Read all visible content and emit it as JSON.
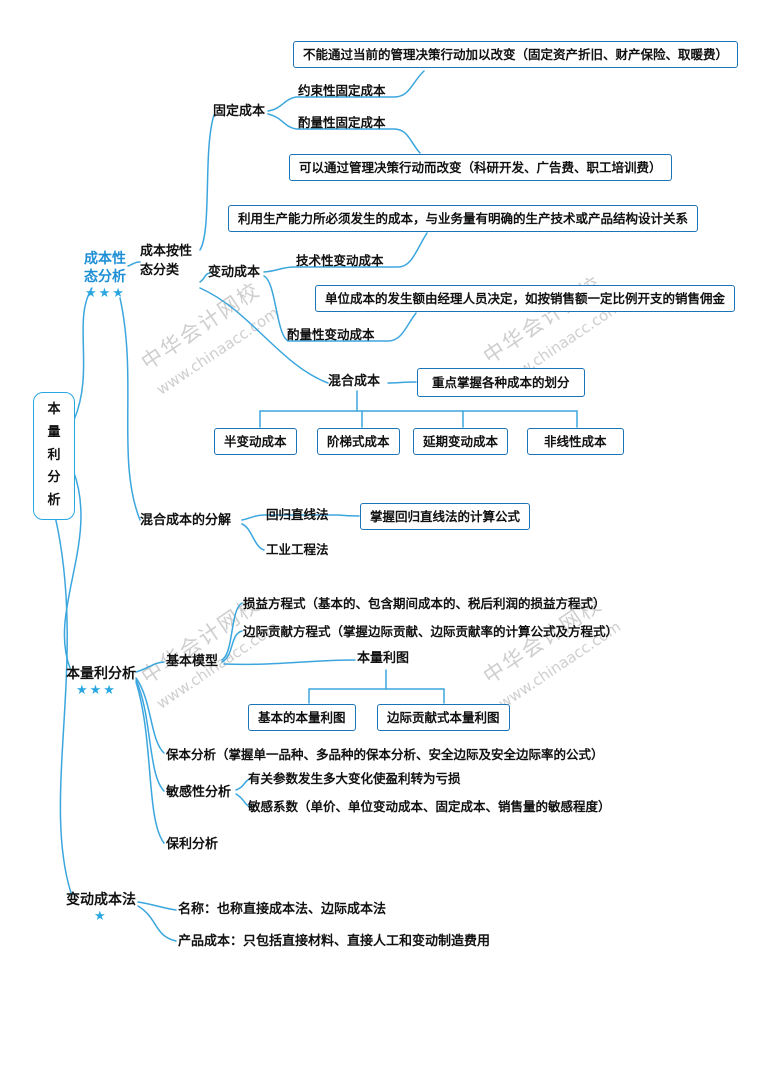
{
  "colors": {
    "line": "#3BA6DE",
    "box_border": "#1C74B8",
    "branch_blue": "#1E8FD5",
    "star": "#2AA7E0",
    "watermark": "#C3C3C3"
  },
  "watermark": {
    "line1": "中华会计网校",
    "line2": "www.chinaacc.com"
  },
  "root": {
    "label": "本量利分析"
  },
  "branches": {
    "b1": {
      "label": "成本性态分析",
      "stars": "★★★"
    },
    "b2": {
      "label": "本量利分析",
      "stars": "★★★"
    },
    "b3": {
      "label": "变动成本法",
      "stars": "★"
    }
  },
  "nodes": {
    "cost_classify": "成本按性态分类",
    "fixed_cost": "固定成本",
    "committed_fixed": "约束性固定成本",
    "discretionary_fixed": "酌量性固定成本",
    "box_committed": "不能通过当前的管理决策行动加以改变（固定资产折旧、财产保险、取暖费）",
    "box_discretionary": "可以通过管理决策行动而改变（科研开发、广告费、职工培训费）",
    "variable_cost": "变动成本",
    "technical_variable": "技术性变动成本",
    "box_technical": "利用生产能力所必须发生的成本，与业务量有明确的生产技术或产品结构设计关系",
    "discretionary_variable": "酌量性变动成本",
    "box_disc_variable": "单位成本的发生额由经理人员决定，如按销售额一定比例开支的销售佣金",
    "mixed_cost": "混合成本",
    "box_mixed": "重点掌握各种成本的划分",
    "semi_variable": "半变动成本",
    "step_cost": "阶梯式成本",
    "delayed_variable": "延期变动成本",
    "nonlinear": "非线性成本",
    "mixed_decompose": "混合成本的分解",
    "regression": "回归直线法",
    "box_regression": "掌握回归直线法的计算公式",
    "industrial": "工业工程法",
    "basic_model": "基本模型",
    "profit_eq": "损益方程式（基本的、包含期间成本的、税后利润的损益方程式）",
    "cm_eq": "边际贡献方程式（掌握边际贡献、边际贡献率的计算公式及方程式）",
    "cvp_chart": "本量利图",
    "box_basic_cvp": "基本的本量利图",
    "box_cm_cvp": "边际贡献式本量利图",
    "breakeven": "保本分析（掌握单一品种、多品种的保本分析、安全边际及安全边际率的公式）",
    "sensitivity": "敏感性分析",
    "sens_param": "有关参数发生多大变化使盈利转为亏损",
    "sens_coef": "敏感系数（单价、单位变动成本、固定成本、销售量的敏感程度）",
    "profit_target": "保利分析",
    "name_line": "名称：也称直接成本法、边际成本法",
    "product_cost": "产品成本：只包括直接材料、直接人工和变动制造费用"
  }
}
